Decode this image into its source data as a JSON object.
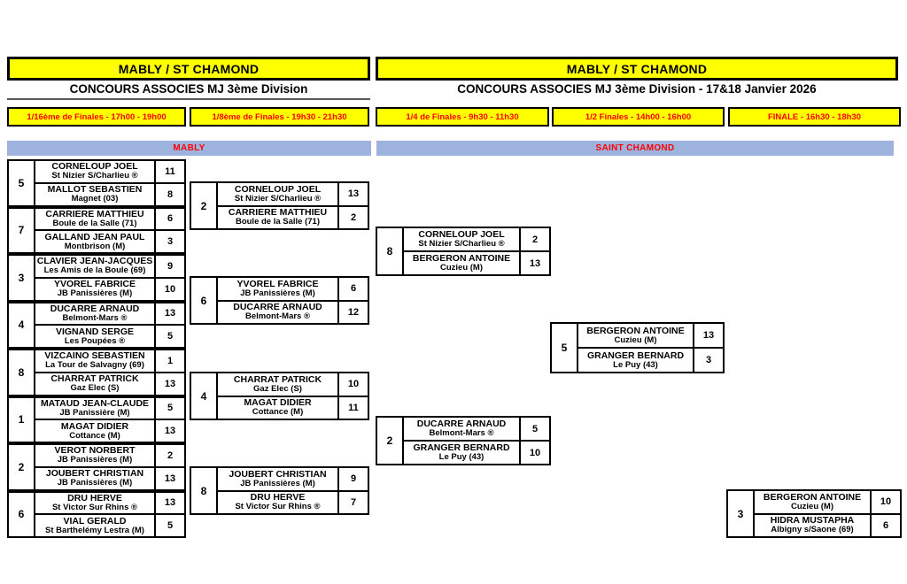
{
  "header_left": {
    "title": "MABLY / ST CHAMOND",
    "subtitle": "CONCOURS ASSOCIES MJ 3ème Division"
  },
  "header_right": {
    "title": "MABLY / ST CHAMOND",
    "subtitle": "CONCOURS ASSOCIES MJ 3ème Division - 17&18 Janvier 2026"
  },
  "round_headers": [
    "1/16ème de Finales - 17h00 - 19h00",
    "1/8ème de Finales - 19h30 - 21h30",
    "1/4 de Finales - 9h30 - 11h30",
    "1/2 Finales - 14h00 - 16h00",
    "FINALE - 16h30 - 18h30"
  ],
  "venues": {
    "left": "MABLY",
    "right": "SAINT CHAMOND"
  },
  "colors": {
    "highlight_yellow": "#FFFF00",
    "accent_red": "#FF0000",
    "venue_bar_blue": "#9DB3DE",
    "border_black": "#000000"
  },
  "bracket": {
    "rounds": [
      {
        "matches": [
          {
            "number": "5",
            "players": [
              {
                "name": "CORNELOUP JOEL",
                "club": "St Nizier S/Charlieu ®",
                "score": "11"
              },
              {
                "name": "MALLOT SEBASTIEN",
                "club": "Magnet (03)",
                "score": "8"
              }
            ]
          },
          {
            "number": "7",
            "players": [
              {
                "name": "CARRIERE MATTHIEU",
                "club": "Boule de la Salle (71)",
                "score": "6"
              },
              {
                "name": "GALLAND JEAN PAUL",
                "club": "Montbrison (M)",
                "score": "3"
              }
            ]
          },
          {
            "number": "3",
            "players": [
              {
                "name": "CLAVIER JEAN-JACQUES",
                "club": "Les Amis de la Boule (69)",
                "score": "9"
              },
              {
                "name": "YVOREL FABRICE",
                "club": "JB Panissières (M)",
                "score": "10"
              }
            ]
          },
          {
            "number": "4",
            "players": [
              {
                "name": "DUCARRE ARNAUD",
                "club": "Belmont-Mars ®",
                "score": "13"
              },
              {
                "name": "VIGNAND SERGE",
                "club": "Les Poupées ®",
                "score": "5"
              }
            ]
          },
          {
            "number": "8",
            "players": [
              {
                "name": "VIZCAINO SEBASTIEN",
                "club": "La Tour de Salvagny (69)",
                "score": "1"
              },
              {
                "name": "CHARRAT PATRICK",
                "club": "Gaz Elec (S)",
                "score": "13"
              }
            ]
          },
          {
            "number": "1",
            "players": [
              {
                "name": "MATAUD JEAN-CLAUDE",
                "club": "JB Panissière (M)",
                "score": "5"
              },
              {
                "name": "MAGAT DIDIER",
                "club": "Cottance (M)",
                "score": "13"
              }
            ]
          },
          {
            "number": "2",
            "players": [
              {
                "name": "VEROT NORBERT",
                "club": "JB Panissières (M)",
                "score": "2"
              },
              {
                "name": "JOUBERT CHRISTIAN",
                "club": "JB Panissières (M)",
                "score": "13"
              }
            ]
          },
          {
            "number": "6",
            "players": [
              {
                "name": "DRU HERVE",
                "club": "St Victor Sur Rhins ®",
                "score": "13"
              },
              {
                "name": "VIAL GERALD",
                "club": "St Barthelémy Lestra (M)",
                "score": "5"
              }
            ]
          }
        ]
      },
      {
        "matches": [
          {
            "number": "2",
            "players": [
              {
                "name": "CORNELOUP JOEL",
                "club": "St Nizier S/Charlieu ®",
                "score": "13"
              },
              {
                "name": "CARRIERE MATTHIEU",
                "club": "Boule de la Salle (71)",
                "score": "2"
              }
            ]
          },
          {
            "number": "6",
            "players": [
              {
                "name": "YVOREL FABRICE",
                "club": "JB Panissières (M)",
                "score": "6"
              },
              {
                "name": "DUCARRE ARNAUD",
                "club": "Belmont-Mars ®",
                "score": "12"
              }
            ]
          },
          {
            "number": "4",
            "players": [
              {
                "name": "CHARRAT PATRICK",
                "club": "Gaz Elec (S)",
                "score": "10"
              },
              {
                "name": "MAGAT DIDIER",
                "club": "Cottance (M)",
                "score": "11"
              }
            ]
          },
          {
            "number": "8",
            "players": [
              {
                "name": "JOUBERT CHRISTIAN",
                "club": "JB Panissières (M)",
                "score": "9"
              },
              {
                "name": "DRU HERVE",
                "club": "St Victor Sur Rhins ®",
                "score": "7"
              }
            ]
          }
        ]
      },
      {
        "matches": [
          {
            "number": "8",
            "players": [
              {
                "name": "CORNELOUP JOEL",
                "club": "St Nizier S/Charlieu ®",
                "score": "2"
              },
              {
                "name": "BERGERON ANTOINE",
                "club": "Cuzieu (M)",
                "score": "13"
              }
            ]
          },
          {
            "number": "2",
            "players": [
              {
                "name": "DUCARRE ARNAUD",
                "club": "Belmont-Mars ®",
                "score": "5"
              },
              {
                "name": "GRANGER BERNARD",
                "club": "Le Puy (43)",
                "score": "10"
              }
            ]
          }
        ]
      },
      {
        "matches": [
          {
            "number": "5",
            "players": [
              {
                "name": "BERGERON ANTOINE",
                "club": "Cuzieu (M)",
                "score": "13"
              },
              {
                "name": "GRANGER BERNARD",
                "club": "Le Puy (43)",
                "score": "3"
              }
            ]
          }
        ]
      },
      {
        "matches": [
          {
            "number": "3",
            "players": [
              {
                "name": "BERGERON ANTOINE",
                "club": "Cuzieu (M)",
                "score": "10"
              },
              {
                "name": "HIDRA MUSTAPHA",
                "club": "Albigny s/Saone (69)",
                "score": "6"
              }
            ]
          }
        ]
      }
    ]
  }
}
